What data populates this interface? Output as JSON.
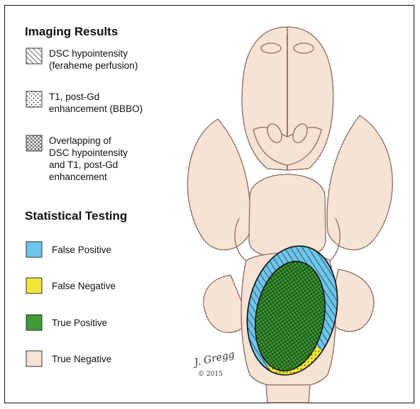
{
  "legend": {
    "imaging_title": "Imaging Results",
    "imaging_items": [
      {
        "lines": [
          "DSC hypointensity",
          "(feraheme perfusion)"
        ],
        "pattern": "diagonal-hatch"
      },
      {
        "lines": [
          "T1, post-Gd",
          "enhancement (BBBO)"
        ],
        "pattern": "dots"
      },
      {
        "lines": [
          "Overlapping of",
          "DSC hypointensity",
          "and T1, post-Gd",
          "enhancement"
        ],
        "pattern": "crosshatch-dots"
      }
    ],
    "stat_title": "Statistical Testing",
    "stat_items": [
      {
        "label": "False Positive",
        "color": "#6ec6ea"
      },
      {
        "label": "False Negative",
        "color": "#f0e53a"
      },
      {
        "label": "True Positive",
        "color": "#3e9a35"
      },
      {
        "label": "True Negative",
        "color": "#f7e3d6"
      }
    ]
  },
  "signature": {
    "name": "J. Gregg",
    "year": "© 2015"
  },
  "colors": {
    "brain_fill": "#f7e3d6",
    "brain_stroke": "#8a6b5c",
    "false_positive": "#6ec6ea",
    "false_negative": "#f0e53a",
    "true_positive": "#3e9a35"
  }
}
